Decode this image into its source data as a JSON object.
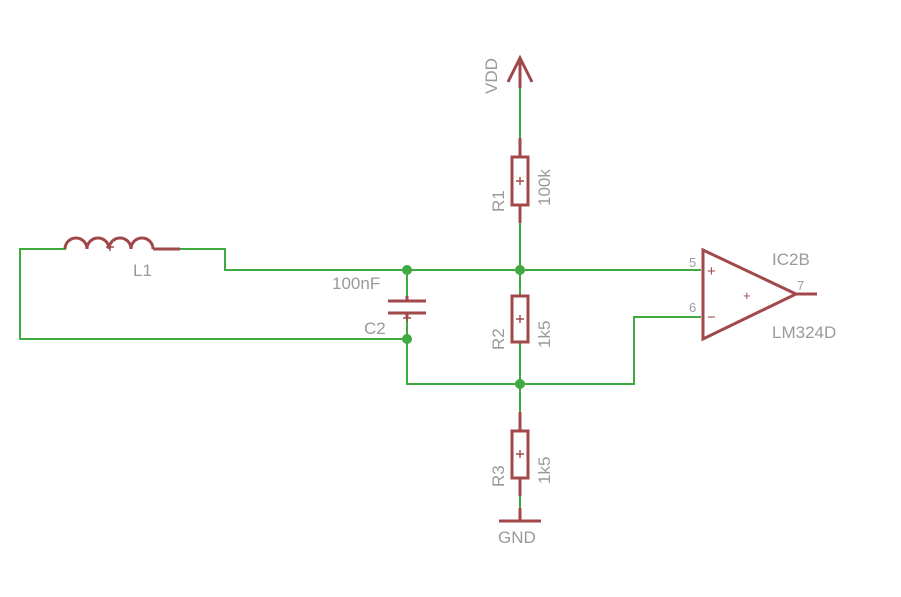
{
  "components": {
    "vdd": {
      "label": "VDD"
    },
    "gnd": {
      "label": "GND"
    },
    "r1": {
      "name": "R1",
      "value": "100k"
    },
    "r2": {
      "name": "R2",
      "value": "1k5"
    },
    "r3": {
      "name": "R3",
      "value": "1k5"
    },
    "l1": {
      "name": "L1"
    },
    "c2": {
      "name": "C2",
      "value": "100nF"
    },
    "ic2b": {
      "name": "IC2B",
      "part": "LM324D",
      "pin_noninv": "5",
      "pin_inv": "6",
      "pin_out": "7",
      "plus_sign": "+",
      "minus_sign": "−",
      "center_mark": "+"
    }
  },
  "colors": {
    "wire": "#3faa3f",
    "component": "#a0484a",
    "label": "#9a9a9a",
    "background": "#ffffff"
  }
}
